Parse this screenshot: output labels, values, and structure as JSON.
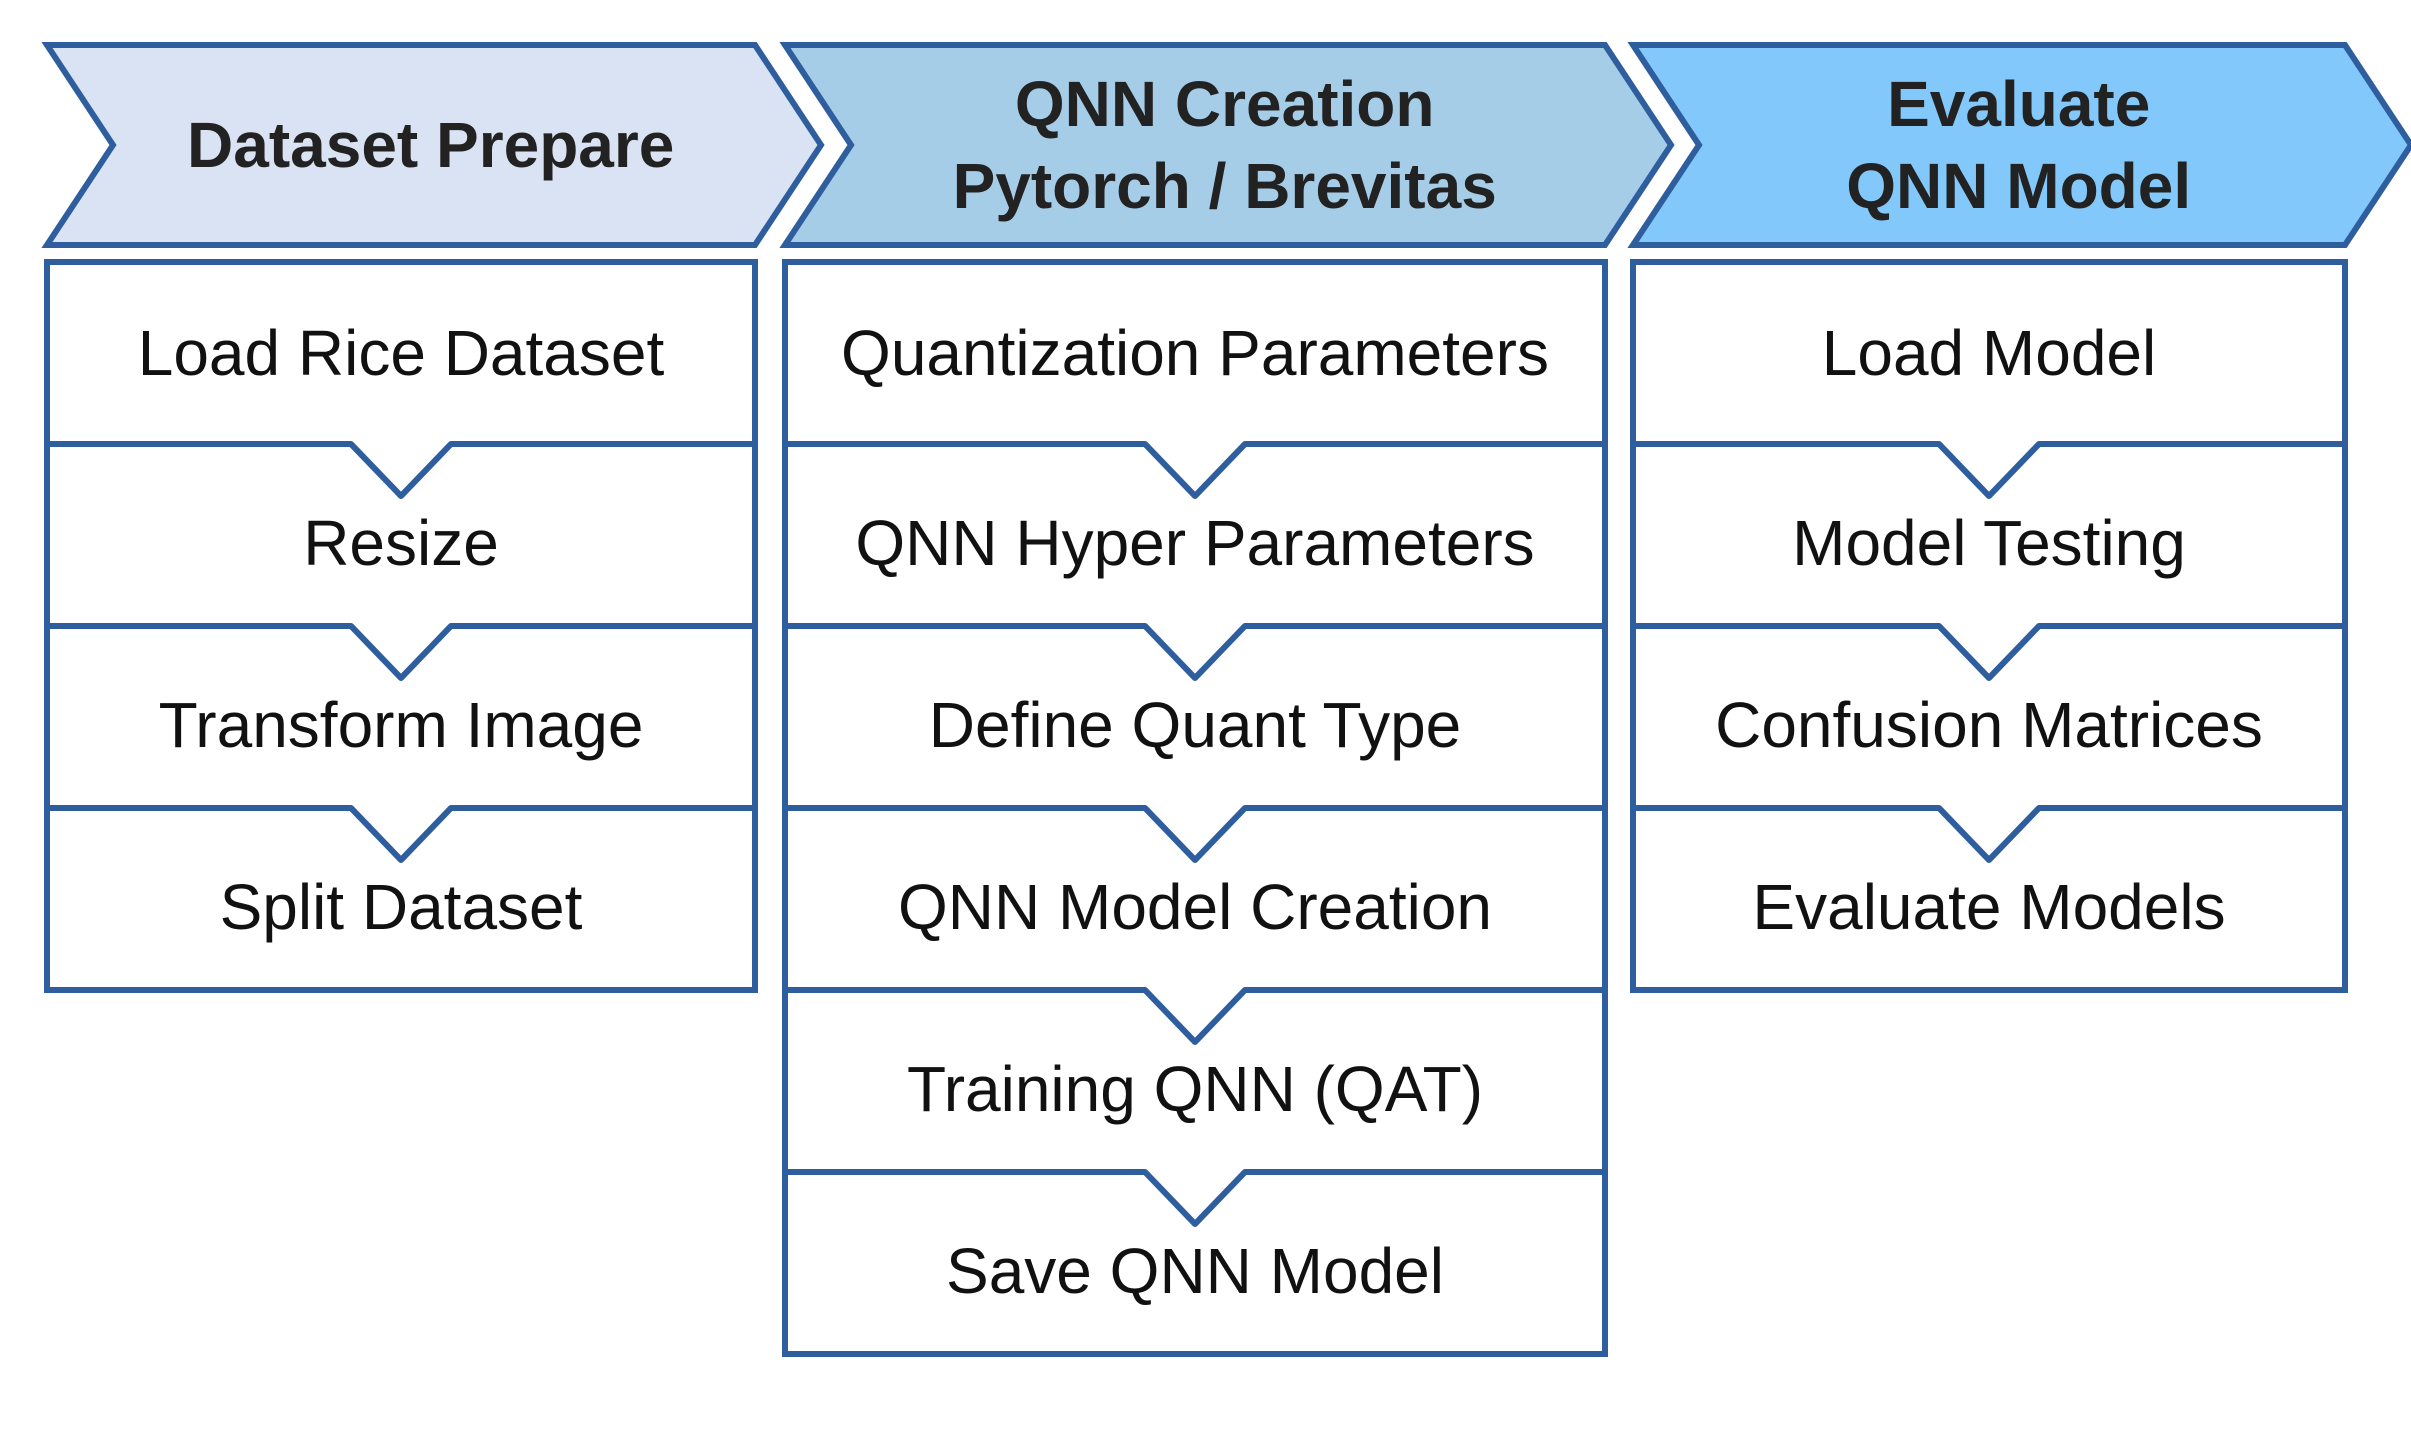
{
  "colors": {
    "stroke": "#2f5e9e",
    "fill_column_1": "#dae3f3",
    "fill_column_2": "#a6cde8",
    "fill_column_3": "#82c8fa",
    "step_fill": "#ffffff"
  },
  "columns": [
    {
      "header_lines": [
        "Dataset Prepare"
      ],
      "steps": [
        "Load Rice Dataset",
        "Resize",
        "Transform Image",
        "Split Dataset"
      ]
    },
    {
      "header_lines": [
        "QNN Creation",
        "Pytorch / Brevitas"
      ],
      "steps": [
        "Quantization Parameters",
        "QNN Hyper Parameters",
        "Define Quant Type",
        "QNN Model Creation",
        "Training QNN (QAT)",
        "Save QNN Model"
      ]
    },
    {
      "header_lines": [
        "Evaluate",
        "QNN Model"
      ],
      "steps": [
        "Load Model",
        "Model Testing",
        "Confusion Matrices",
        "Evaluate Models"
      ]
    }
  ]
}
